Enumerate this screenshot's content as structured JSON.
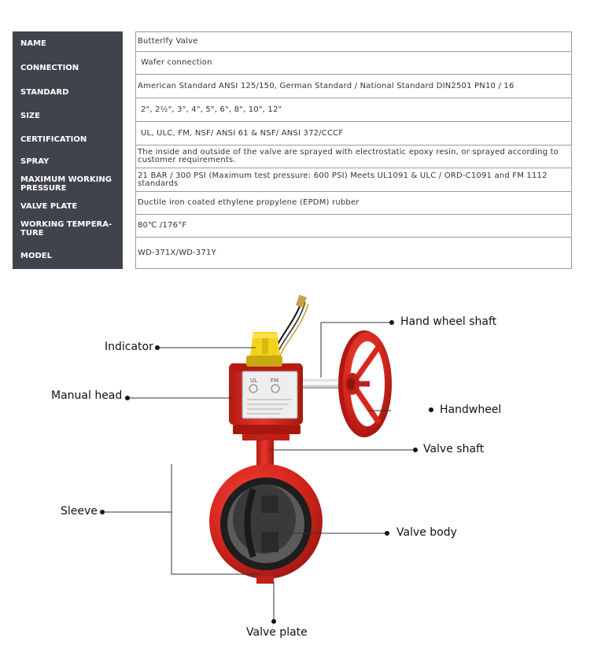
{
  "specs": [
    {
      "label": "NAME",
      "value": "Butterlfy Valve"
    },
    {
      "label": "CONNECTION",
      "value": "Wafer connection"
    },
    {
      "label": "STANDARD",
      "value": "American Standard ANSI 125/150, German Standard / National Standard DIN2501 PN10 / 16"
    },
    {
      "label": "SIZE",
      "value": "2\", 2½\", 3\", 4\", 5\",  6\", 8\", 10\", 12\""
    },
    {
      "label": "CERTIFICATION",
      "value": "UL, ULC, FM, NSF/ ANSI 61 & NSF/ ANSI 372/CCCF"
    },
    {
      "label": "SPRAY",
      "value": "The inside and outside of the valve are sprayed with electrostatic epoxy resin, or sprayed according to customer requirements."
    },
    {
      "label": "MAXIMUM WORKING PRESSURE",
      "value": "21 BAR / 300 PSI (Maximum test pressure: 600 PSI) Meets UL1091 & ULC / ORD-C1091 and FM 1112 standards"
    },
    {
      "label": "VALVE PLATE",
      "value": "Ductile iron coated ethylene propylene (EPDM) rubber"
    },
    {
      "label": "WORKING TEMPERA-TURE",
      "value": "80℃ /176°F"
    },
    {
      "label": "MODEL",
      "value": "WD-371X/WD-371Y"
    }
  ],
  "callouts": {
    "hand_wheel_shaft": "Hand wheel shaft",
    "indicator": "Indicator",
    "manual_head": "Manual head",
    "handwheel": "Handwheel",
    "valve_shaft": "Valve shaft",
    "sleeve": "Sleeve",
    "valve_body": "Valve body",
    "valve_plate": "Valve plate"
  },
  "product_marks": {
    "ul_mark": "UL",
    "fm_mark": "FM"
  },
  "colors": {
    "label_bg": "#41434c",
    "valve_red": "#d7261e",
    "indicator_yellow": "#f3d21a",
    "rubber_black": "#222222"
  }
}
